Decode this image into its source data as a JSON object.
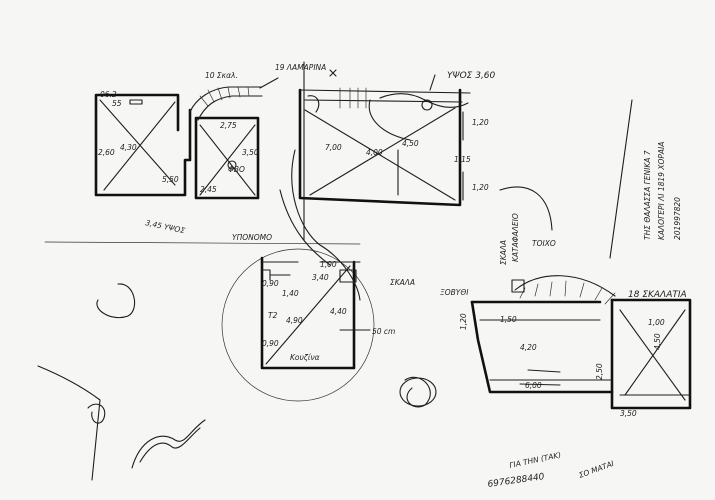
{
  "sheet": {
    "description_free": true,
    "ink_color": "#1e1e1e",
    "paper_color": "#f6f6f4"
  },
  "plan_top_left": {
    "stairs_label": "10 Σκαλ.",
    "dims": [
      "06.2",
      "55",
      "2,75",
      "3,50",
      "4,30",
      "ΦΒΟ",
      "2,60",
      "5,50",
      "2,45"
    ],
    "note": "3,45 ΥΨΟΣ"
  },
  "plan_top_right": {
    "top_label": "19 ΛΑΜΑΡΙΝΑ",
    "height_label": "ΥΨΟΣ 3,60",
    "dims": [
      "7,00",
      "4,00",
      "4,50",
      "1,20",
      "1,15",
      "1,20"
    ]
  },
  "plan_center": {
    "label_left": "ΥΠΟΝΟΜΟ",
    "label_right": "ΣΚΑΛΑ",
    "dims": [
      "1,00",
      "3,40",
      "1,40",
      "0,90",
      "4,40",
      "4,90",
      "0,90",
      "50 cm",
      "T2"
    ],
    "bottom_label": "Κουζίνα"
  },
  "plan_bottom_right": {
    "stair_label": "18 ΣΚΑΛΑΤΙΑ",
    "dims": [
      "1,20",
      "1,50",
      "4,20",
      "6,00",
      "4,50",
      "2,50",
      "3,50",
      "1,00"
    ],
    "labels": [
      "ΣΚΑΛΑ",
      "ΞΟΒΥΘΙ",
      "ΤΟΙΧΟ",
      "ΚΑΤΑΦΑΛΕΙΟ"
    ]
  },
  "vertical_note": {
    "lines": [
      "ΤΗΣ ΘΑΛΑΣΣΑ ΓΕΝΙΚΑ 7",
      "ΚΑΛΟΓΕΡΙ ΛΙ 1819 ΧΟΡΑΙΑ",
      "201997820"
    ]
  },
  "phone_note": {
    "number": "6976288440",
    "small": [
      "ΓΙΑ ΤΗΝ (ΤΑΚ)",
      "ΣΟ ΜΑΤΑΙ"
    ]
  }
}
